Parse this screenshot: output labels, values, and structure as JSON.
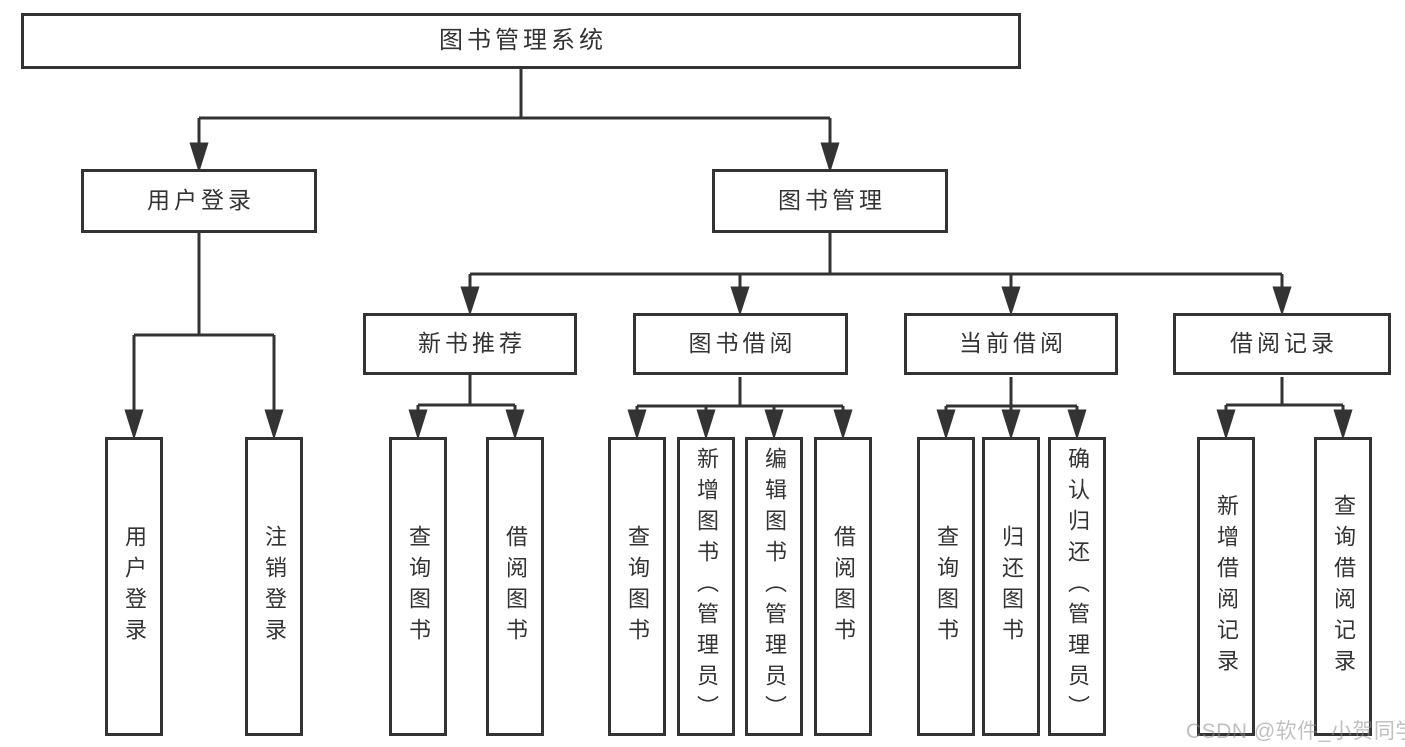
{
  "diagram": {
    "root": {
      "label": "图书管理系统"
    },
    "branches": [
      {
        "label": "用户登录",
        "children": [
          {
            "label": "用户登录"
          },
          {
            "label": "注销登录"
          }
        ]
      },
      {
        "label": "图书管理",
        "children": [
          {
            "label": "新书推荐",
            "children": [
              {
                "label": "查询图书"
              },
              {
                "label": "借阅图书"
              }
            ]
          },
          {
            "label": "图书借阅",
            "children": [
              {
                "label": "查询图书"
              },
              {
                "label": "新增图书（管理员）"
              },
              {
                "label": "编辑图书（管理员）"
              },
              {
                "label": "借阅图书"
              }
            ]
          },
          {
            "label": "当前借阅",
            "children": [
              {
                "label": "查询图书"
              },
              {
                "label": "归还图书"
              },
              {
                "label": "确认归还（管理员）"
              }
            ]
          },
          {
            "label": "借阅记录",
            "children": [
              {
                "label": "新增借阅记录"
              },
              {
                "label": "查询借阅记录"
              }
            ]
          }
        ]
      }
    ]
  },
  "watermark": "CSDN @软件_小贺同学",
  "colors": {
    "line": "#333333",
    "box_border": "#333333",
    "box_fill": "#ffffff",
    "text": "#333333",
    "watermark": "#8c8c8c"
  }
}
